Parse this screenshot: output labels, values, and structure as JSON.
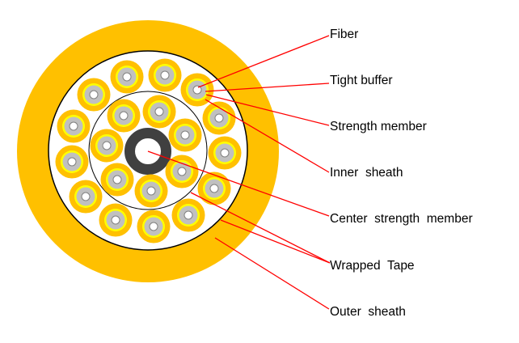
{
  "labels": {
    "fiber": "Fiber",
    "tight_buffer": "Tight buffer",
    "strength_member": "Strength member",
    "inner_sheath": "Inner  sheath",
    "center_strength_member": "Center  strength  member",
    "wrapped_tape": "Wrapped  Tape",
    "outer_sheath": "Outer  sheath"
  },
  "colors": {
    "outer_sheath": "#FFC000",
    "tight_buffer": "#FFC000",
    "strength_member": "#FFFF00",
    "coating": "#C0C0C0",
    "center_member": "#404040",
    "leader_line": "#FF0000"
  }
}
